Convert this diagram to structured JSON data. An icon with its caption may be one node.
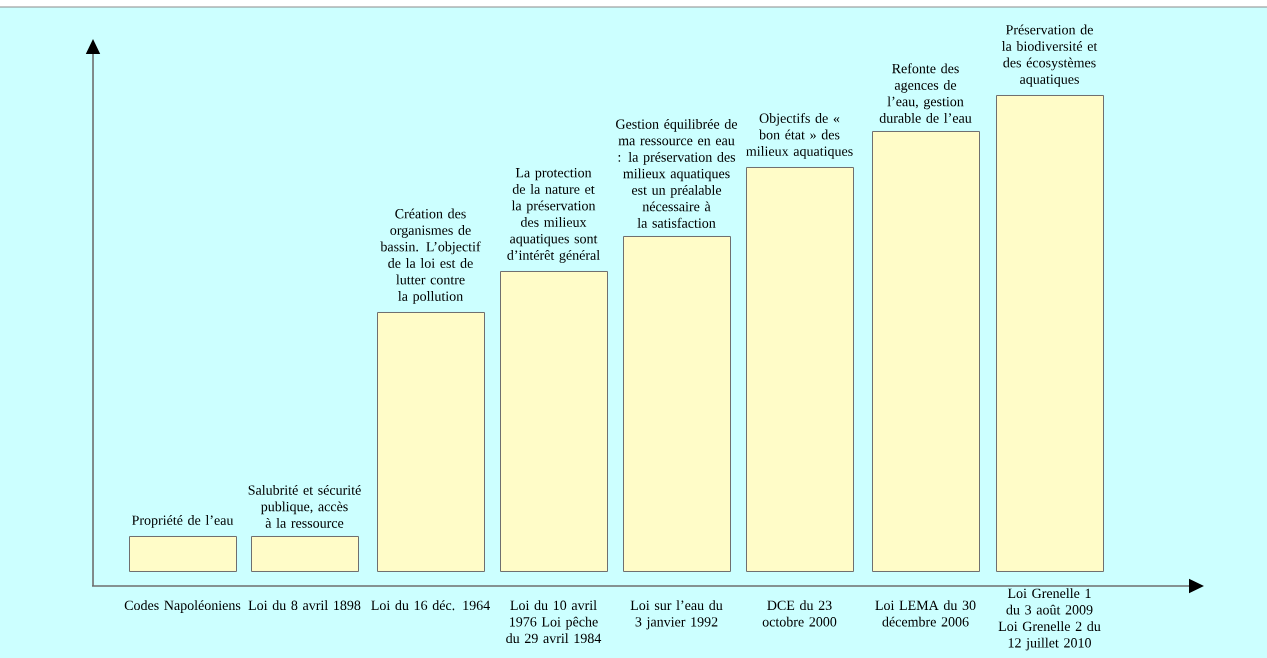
{
  "diagram": {
    "nodes": [
      {
        "text": [
          "Propriété de l’eau"
        ],
        "beside": [
          "Codes Napoléoniens"
        ]
      },
      {
        "text": [
          "Salubrité et sécurité publique, accès à la ressource"
        ],
        "beside": [
          "Loi du 8 avril 1898"
        ]
      },
      {
        "text": [
          "Création des organismes de bassin. L’objectif de la loi est de lutter contre la pollution"
        ],
        "beside": [
          "Loi du 16 déc. 1964"
        ]
      },
      {
        "text": [
          "La protection de la nature et la préservation des milieux aquatiques sont d’intérêt général"
        ],
        "beside": [
          "Loi du 10 avril 1976 Loi pêche du 29 avril 1984"
        ]
      },
      {
        "text": [
          "Gestion équilibrée de ma ressource en eau : la préservation des milieux aquatiques est un préalable nécessaire à la satisfaction"
        ],
        "beside": [
          "Loi sur l’eau du 3 janvier 1992"
        ]
      },
      {
        "text": [
          "Objectifs de « bon état » des milieux aquatiques"
        ],
        "beside": [
          "DCE du 23 octobre 2000"
        ]
      },
      {
        "text": [
          "Refonte des agences de l’eau, gestion durable de l’eau"
        ],
        "beside": [
          "Loi LEMA du 30 décembre 2006"
        ]
      },
      {
        "text": [
          "Préservation de la biodiversité et des écosystèmes aquatiques"
        ],
        "beside": [
          "Loi Grenelle 1 du 3 août 2009 Loi Grenelle 2 du 12 juillet 2010"
        ]
      }
    ]
  }
}
